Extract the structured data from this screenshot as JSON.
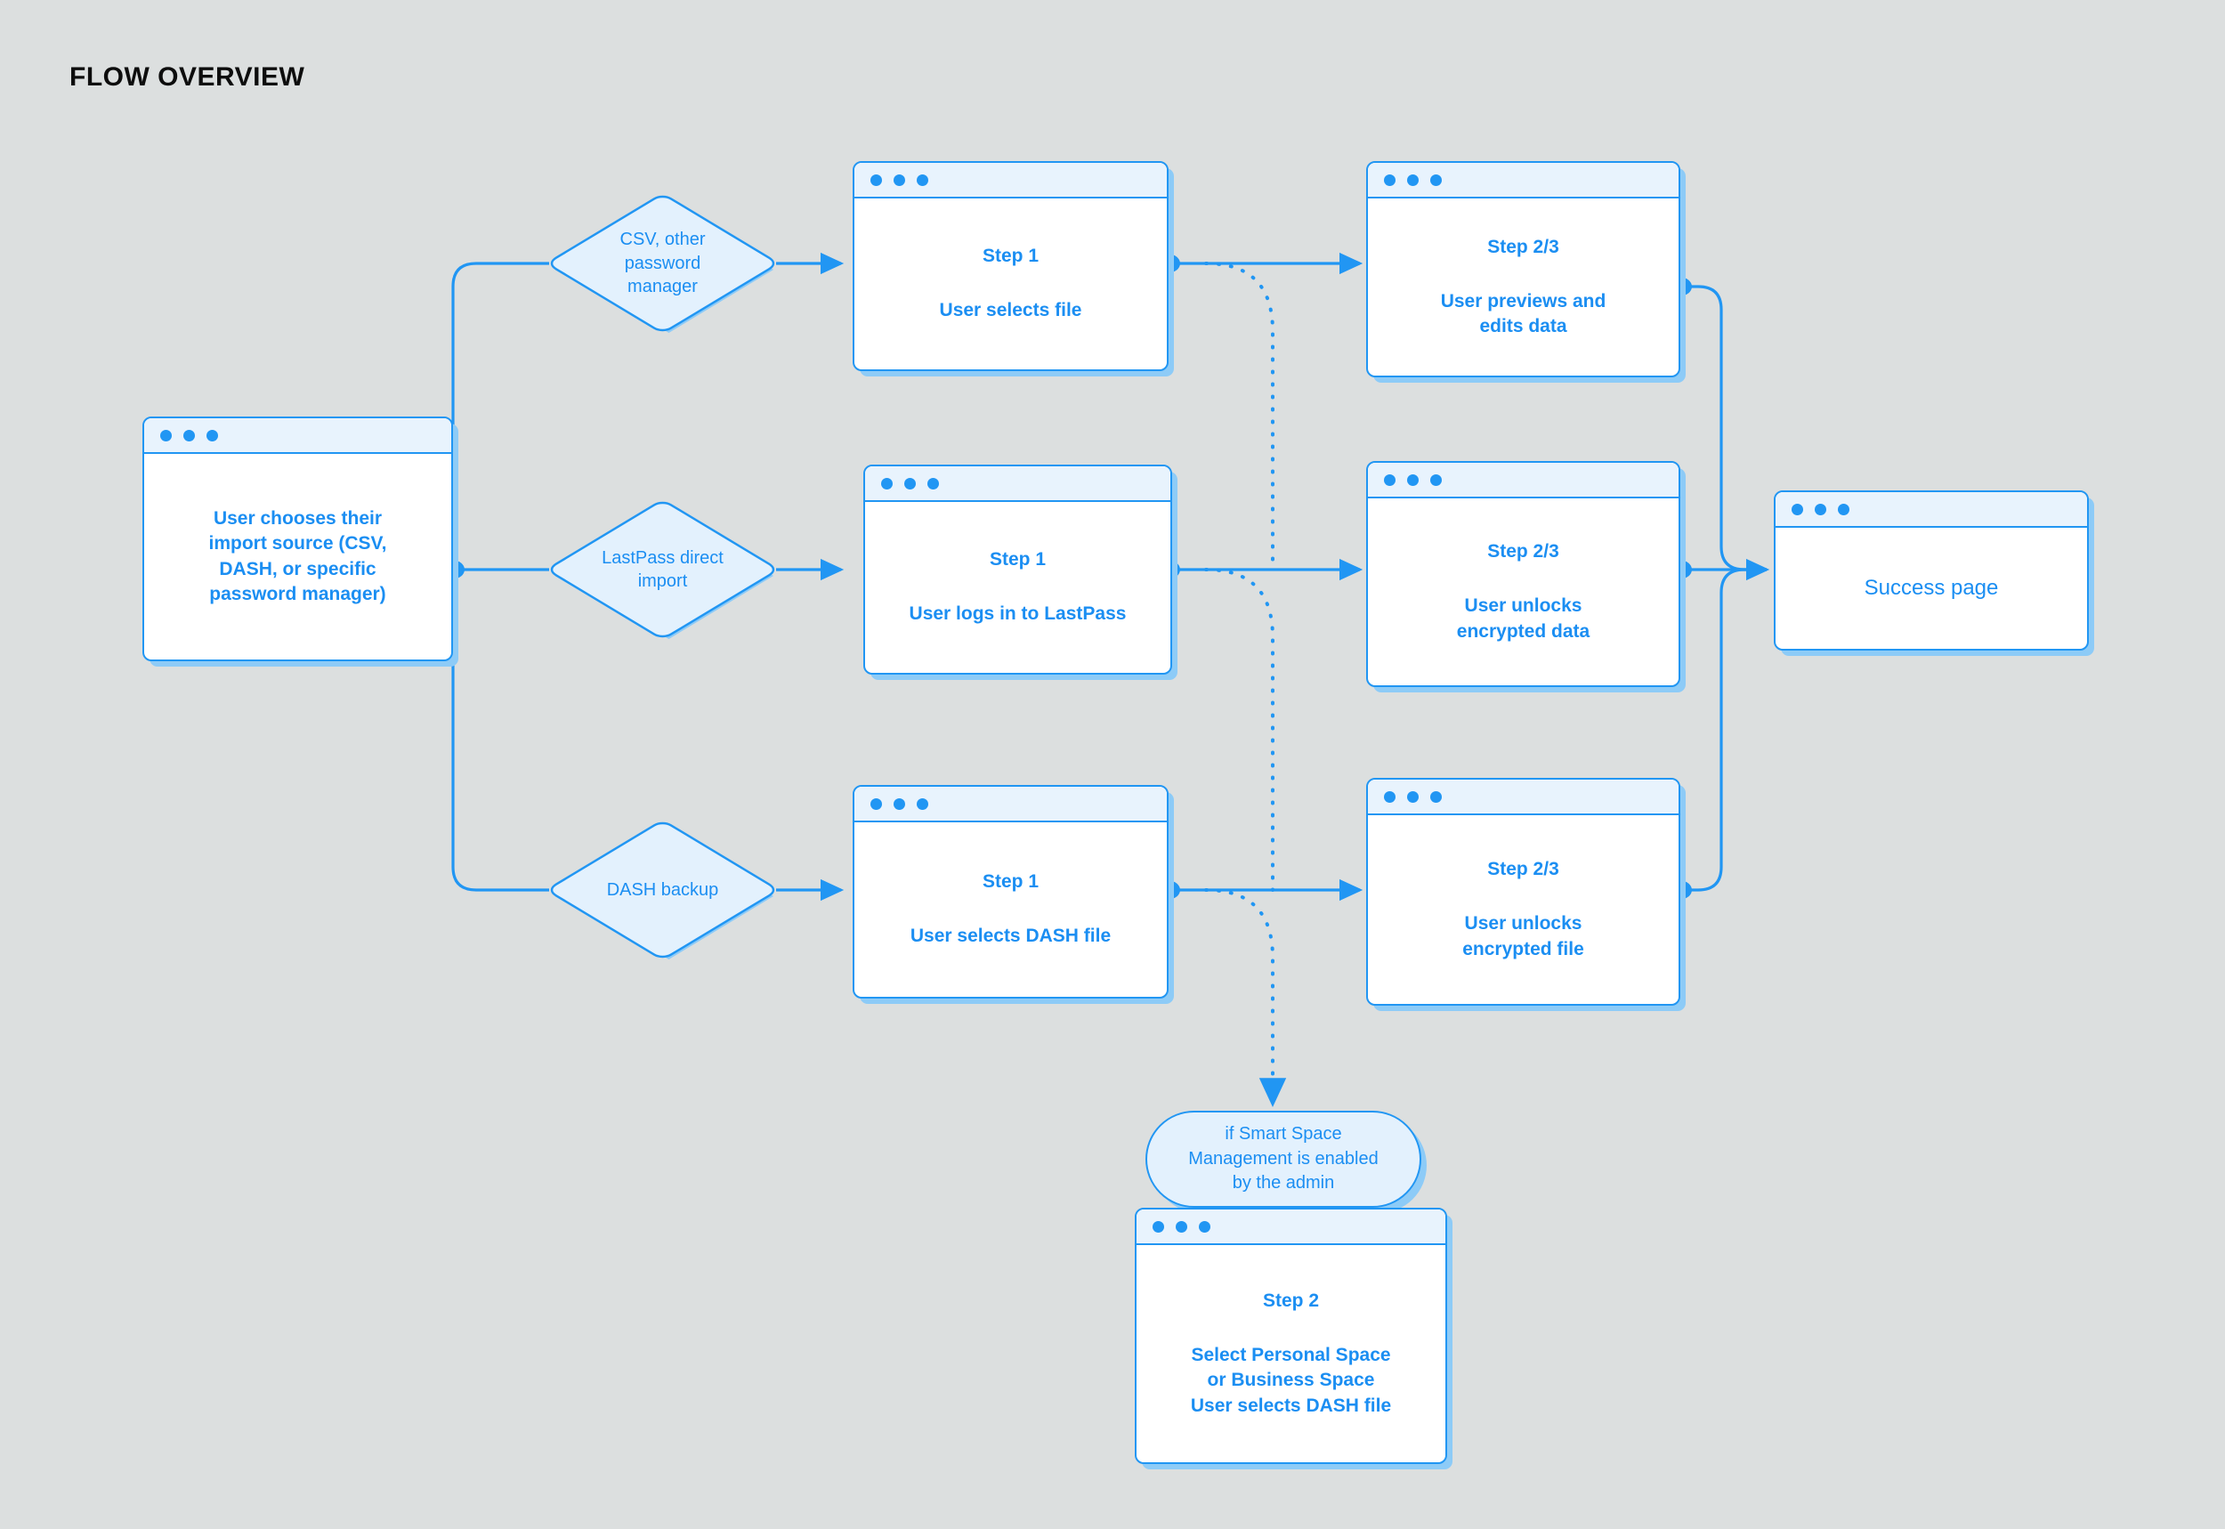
{
  "title": "FLOW OVERVIEW",
  "colors": {
    "background": "#dcdfdf",
    "accent": "#2196f3",
    "text_blue": "#1b8ef2",
    "node_fill": "#e3f1fd",
    "titlebar_fill": "#e8f3fd",
    "shadow": "#8dcbf7",
    "title_text": "#0d0d0d"
  },
  "nodes": {
    "start": {
      "type": "browser-card",
      "step": "",
      "desc": "User chooses their\nimport source (CSV,\nDASH, or specific\npassword manager)"
    },
    "branch_csv": {
      "type": "diamond",
      "label": "CSV, other\npassword\nmanager"
    },
    "branch_lastpass": {
      "type": "diamond",
      "label": "LastPass direct\nimport"
    },
    "branch_dash": {
      "type": "diamond",
      "label": "DASH backup"
    },
    "csv_step1": {
      "type": "browser-card",
      "step": "Step 1",
      "desc": "User selects file"
    },
    "csv_step23": {
      "type": "browser-card",
      "step": "Step 2/3",
      "desc": "User previews and\nedits data"
    },
    "lastpass_step1": {
      "type": "browser-card",
      "step": "Step 1",
      "desc": "User logs in to LastPass"
    },
    "lastpass_step23": {
      "type": "browser-card",
      "step": "Step 2/3",
      "desc": "User unlocks\nencrypted data"
    },
    "dash_step1": {
      "type": "browser-card",
      "step": "Step 1",
      "desc": "User selects DASH file"
    },
    "dash_step23": {
      "type": "browser-card",
      "step": "Step 2/3",
      "desc": "User unlocks\nencrypted file"
    },
    "success": {
      "type": "browser-card",
      "step": "",
      "desc": "Success page"
    },
    "condition_smart_space": {
      "type": "pill",
      "label": "if Smart Space\nManagement is enabled\nby the admin"
    },
    "smart_space_step2": {
      "type": "browser-card",
      "step": "Step 2",
      "desc": "Select Personal Space\nor Business Space\nUser selects DASH file"
    }
  },
  "icons": {
    "window_dot": "window-dot-icon"
  }
}
